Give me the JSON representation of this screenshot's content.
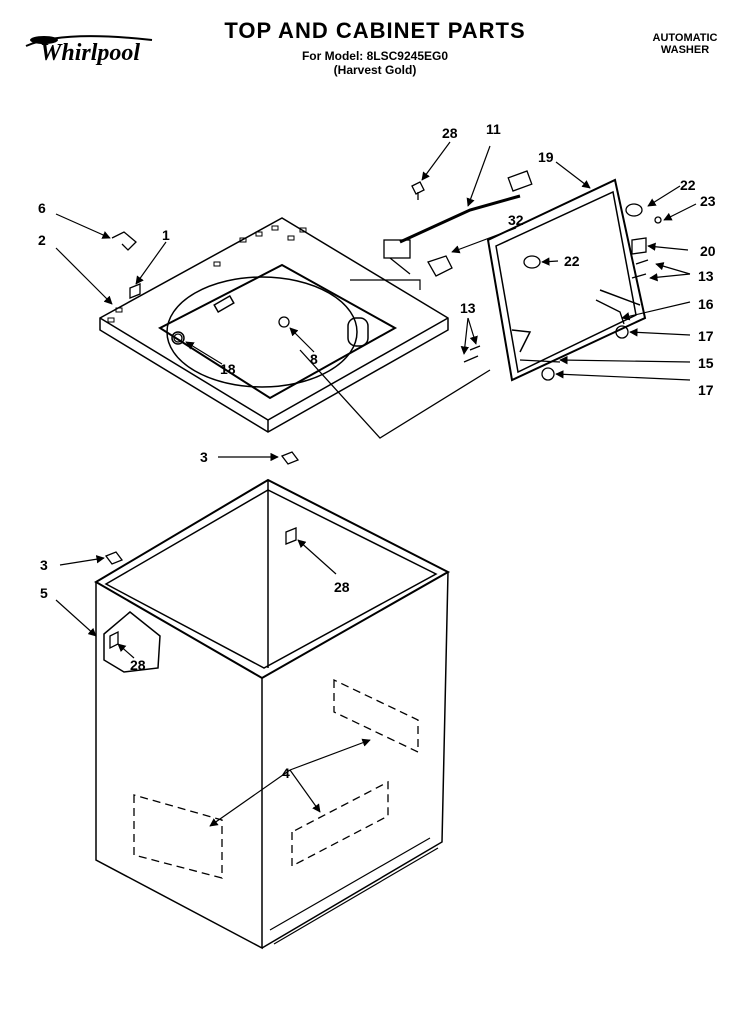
{
  "header": {
    "logo_text": "Whirlpool",
    "title": "TOP AND CABINET PARTS",
    "model_line": "For Model: 8LSC9245EG0",
    "model_color": "(Harvest Gold)",
    "machine_line1": "AUTOMATIC",
    "machine_line2": "WASHER"
  },
  "callouts": {
    "c1": "1",
    "c2": "2",
    "c3a": "3",
    "c3b": "3",
    "c4": "4",
    "c5": "5",
    "c6": "6",
    "c8": "8",
    "c11": "11",
    "c13a": "13",
    "c13b": "13",
    "c15": "15",
    "c16": "16",
    "c17a": "17",
    "c17b": "17",
    "c18": "18",
    "c19": "19",
    "c20": "20",
    "c22a": "22",
    "c22b": "22",
    "c23": "23",
    "c28a": "28",
    "c28b": "28",
    "c28c": "28",
    "c32": "32"
  }
}
